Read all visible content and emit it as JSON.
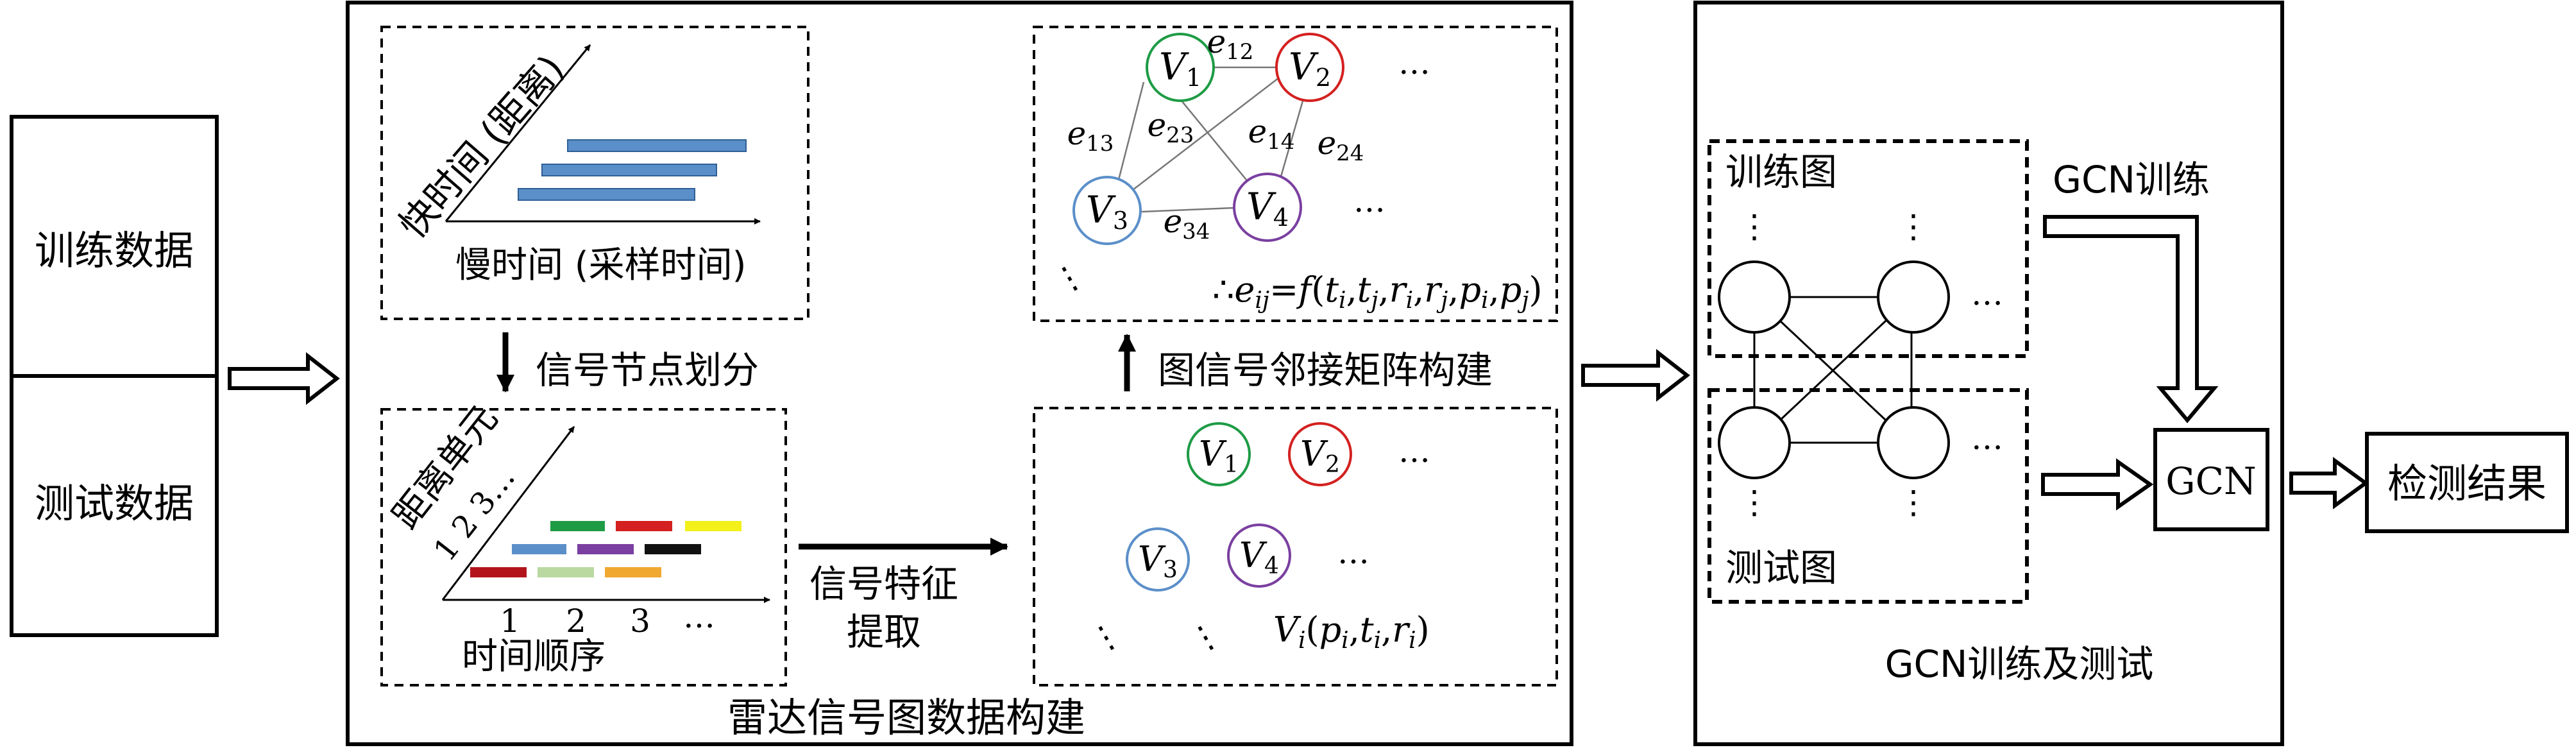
{
  "left_boxes": {
    "train_data": "训练数据",
    "test_data": "测试数据"
  },
  "radar_panel": {
    "title": "雷达信号图数据构建",
    "axis_fast_time": "快时间 (距离)",
    "axis_slow_time": "慢时间 (采样时间)",
    "step_partition": "信号节点划分",
    "axis_range_unit": "距离单元",
    "range_ticks": "1 2 3…",
    "time_ticks": [
      "1",
      "2",
      "3",
      "…"
    ],
    "axis_time_order": "时间顺序",
    "step_feature_line1": "信号特征",
    "step_feature_line2": "提取",
    "step_adjacency": "图信号邻接矩阵构建",
    "graph_nodes": [
      "V1",
      "V2",
      "V3",
      "V4"
    ],
    "graph_edges": [
      "e12",
      "e13",
      "e23",
      "e14",
      "e24",
      "e34"
    ],
    "ellipsis": "…",
    "vdots": "⋮",
    "edge_formula": "∴eij=f(ti,tj,ri,rj,pi,pj)",
    "node_formula": "Vi(pi,ti,ri)"
  },
  "gcn_panel": {
    "title": "GCN训练及测试",
    "train_graph": "训练图",
    "test_graph": "测试图",
    "gcn_train": "GCN训练",
    "gcn_box": "GCN",
    "ellipsis": "…",
    "vdots": "⋮"
  },
  "result_box": "检测结果",
  "colors": {
    "bar_blue": "#5b8fc9",
    "green": "#1e9b45",
    "red": "#d42020",
    "yellow": "#f3f01a",
    "purple": "#7a3fa0",
    "black": "#111111",
    "dark_red": "#b3141c",
    "light_green": "#b9d9a0",
    "orange": "#f0a830",
    "blue_circle": "#5b8fc9",
    "purple_circle": "#7a3fa0"
  }
}
